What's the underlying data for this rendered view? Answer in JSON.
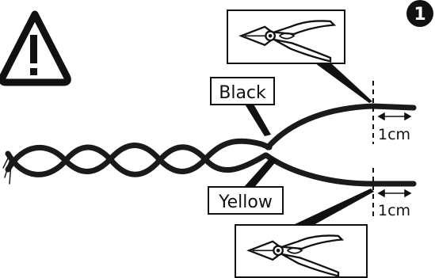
{
  "step": {
    "number": "1"
  },
  "wires": {
    "top_label": "Black",
    "bottom_label": "Yellow"
  },
  "measurements": {
    "top_strip": "1cm",
    "bottom_strip": "1cm"
  },
  "icons": {
    "warning": "warning-triangle-icon",
    "tool": "diagonal-cutter-pliers-icon"
  }
}
